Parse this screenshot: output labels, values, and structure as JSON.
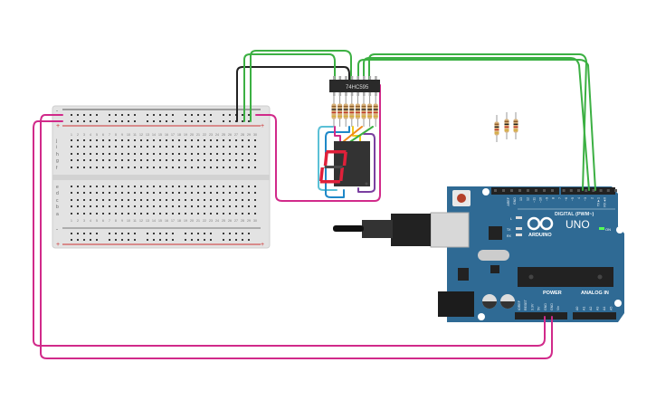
{
  "shift_register": {
    "label": "74HC595"
  },
  "display": {
    "digit": "0",
    "color": "#e0203a"
  },
  "arduino": {
    "brand": "ARDUINO",
    "model": "UNO",
    "digital_label": "DIGITAL (PWM~)",
    "power_label": "POWER",
    "analog_label": "ANALOG IN",
    "on_label": "ON",
    "led_labels": [
      "L",
      "TX",
      "RX"
    ],
    "digital_pins": [
      "AREF",
      "GND",
      "13",
      "12",
      "~11",
      "~10",
      "~9",
      "8",
      "7",
      "~6",
      "~5",
      "4",
      "~3",
      "2",
      "TX►1",
      "RX◄0"
    ],
    "power_pins": [
      "IOREF",
      "RESET",
      "3.3V",
      "5V",
      "GND",
      "GND",
      "Vin"
    ],
    "analog_pins": [
      "A0",
      "A1",
      "A2",
      "A3",
      "A4",
      "A5"
    ],
    "board_color": "#2f6a94"
  },
  "breadboard": {
    "rail_minus": "-",
    "rail_plus": "+",
    "row_labels_top": [
      "j",
      "i",
      "h",
      "g",
      "f"
    ],
    "row_labels_bottom": [
      "e",
      "d",
      "c",
      "b",
      "a"
    ],
    "columns": 30
  },
  "wire_colors": {
    "magenta": "#d12a8a",
    "green": "#3cb043",
    "black": "#222222",
    "cyan": "#5bc0d6",
    "blue": "#1e88c8",
    "purple": "#7b3fa0",
    "orange": "#f08a1c",
    "yellow": "#f2c81c"
  }
}
